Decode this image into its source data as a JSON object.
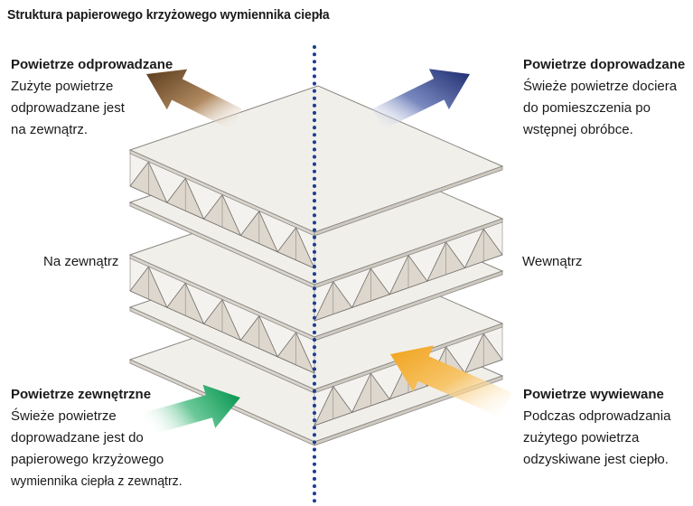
{
  "title": "Struktura papierowego krzyżowego wymiennika ciepła",
  "callouts": {
    "exhaust": {
      "heading": "Powietrze odprowadzane",
      "lines": [
        "Zużyte powietrze",
        "odprowadzane jest",
        "na zewnątrz."
      ],
      "arrow_color": "#6b4a2b"
    },
    "supply": {
      "heading": "Powietrze doprowadzane",
      "lines": [
        "Świeże powietrze dociera",
        "do pomieszczenia po",
        "wstępnej obróbce."
      ],
      "arrow_color": "#2a3a7a"
    },
    "outdoor": {
      "heading": "Powietrze zewnętrzne",
      "lines": [
        "Świeże powietrze",
        "doprowadzane jest do",
        "papierowego krzyżowego",
        "wymiennika ciepła z zewnątrz."
      ],
      "arrow_color": "#1a9a5a"
    },
    "return": {
      "heading": "Powietrze wywiewane",
      "lines": [
        "Podczas odprowadzania",
        "zużytego powietrza",
        "odzyskiwane jest ciepło."
      ],
      "arrow_color": "#f0a020"
    }
  },
  "side_labels": {
    "left": "Na zewnątrz",
    "right": "Wewnątrz"
  },
  "colors": {
    "plate_fill": "#f1efea",
    "plate_stroke": "#8a8782",
    "corrugation_fill": "#ddd7cd",
    "divider": "#1b3f8f"
  }
}
